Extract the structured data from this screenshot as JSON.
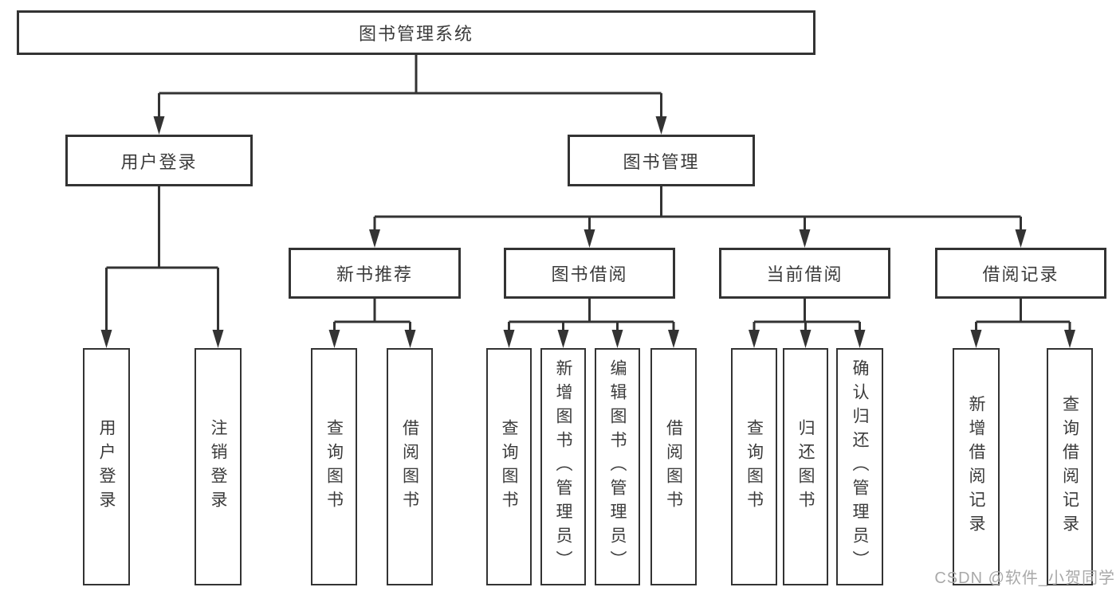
{
  "colors": {
    "line": "#333333",
    "text": "#3b3b3b",
    "watermark_gray": "#a9a9a9",
    "background": "#ffffff"
  },
  "watermark": {
    "text": "CSDN @软件_小贺同学"
  },
  "tree": {
    "root": {
      "label": "图书管理系统"
    },
    "branches": [
      {
        "label": "用户登录",
        "children": [
          {
            "label": "用户登录"
          },
          {
            "label": "注销登录"
          }
        ]
      },
      {
        "label": "图书管理",
        "children": [
          {
            "label": "新书推荐",
            "children": [
              {
                "label": "查询图书"
              },
              {
                "label": "借阅图书"
              }
            ]
          },
          {
            "label": "图书借阅",
            "children": [
              {
                "label": "查询图书"
              },
              {
                "label": "新增图书（管理员）"
              },
              {
                "label": "编辑图书（管理员）"
              },
              {
                "label": "借阅图书"
              }
            ]
          },
          {
            "label": "当前借阅",
            "children": [
              {
                "label": "查询图书"
              },
              {
                "label": "归还图书"
              },
              {
                "label": "确认归还（管理员）"
              }
            ]
          },
          {
            "label": "借阅记录",
            "children": [
              {
                "label": "新增借阅记录"
              },
              {
                "label": "查询借阅记录"
              }
            ]
          }
        ]
      }
    ]
  }
}
